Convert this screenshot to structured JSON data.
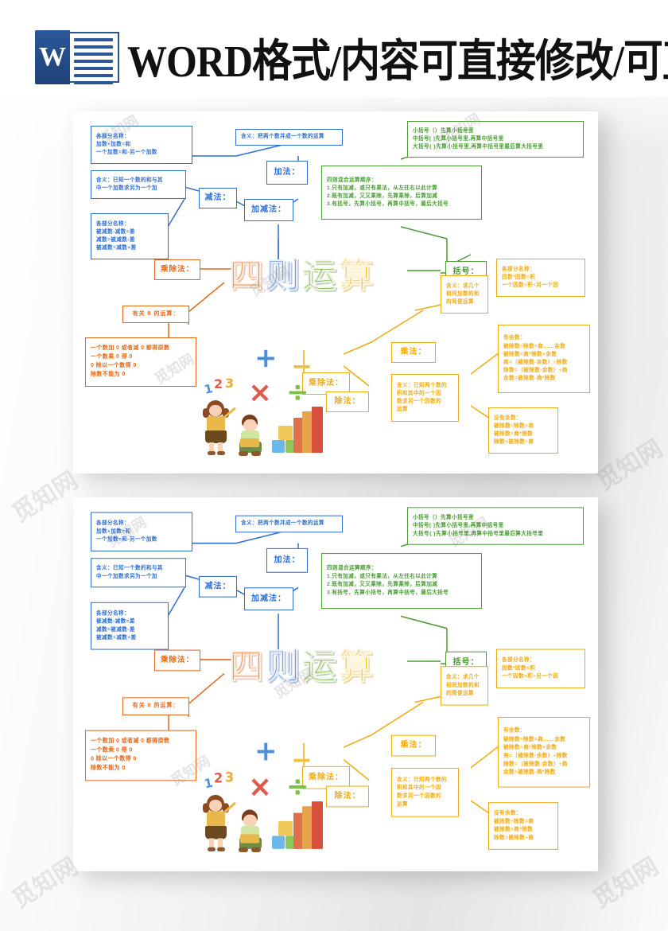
{
  "header": {
    "logo_letter": "W",
    "title": "WORD格式/内容可直接修改/可直接打印"
  },
  "watermark": {
    "text": "觅知网"
  },
  "mindmap": {
    "center_title": [
      "四",
      "则",
      "运",
      "算"
    ],
    "center_colors": [
      "#ef8033",
      "#4a86d8",
      "#7cb342",
      "#f5bc16"
    ],
    "illustration": {
      "numbers": [
        "1",
        "2",
        "3"
      ],
      "symbols": [
        "+",
        "−",
        "×",
        "÷"
      ],
      "alt": "两个小朋友与加减乘除符号、积木插画"
    },
    "nodes": {
      "add_parts": {
        "lines": [
          "各部分名称：",
          "加数+加数=和",
          "一个加数=和-另一个加数"
        ],
        "color": "#2f6fd0"
      },
      "add_meaning": {
        "lines": [
          "含义：把两个数并成一个数的运算"
        ],
        "color": "#2f6fd0"
      },
      "add_label": {
        "lines": [
          "加法："
        ],
        "color": "#2f6fd0"
      },
      "sub_meaning": {
        "lines": [
          "含义：已知一个数的和与其",
          "中一个加数求另为一个加"
        ],
        "color": "#2f6fd0"
      },
      "sub_label": {
        "lines": [
          "减法："
        ],
        "color": "#2f6fd0"
      },
      "sub_parts": {
        "lines": [
          "各部分名称：",
          "被减数-减数=差",
          "减数=被减数-差",
          "被减数=减数+差"
        ],
        "color": "#2f6fd0"
      },
      "addsub_label": {
        "lines": [
          "加减法："
        ],
        "color": "#2f6fd0"
      },
      "bracket_rules": {
        "lines": [
          "小括号（）先算小括号里",
          "中括号[ ]先算小括号里,再算中括号里",
          "大括号{ }先算小括号里,再算中括号里最后算大括号里"
        ],
        "color": "#4a9b34"
      },
      "order_rules": {
        "lines": [
          "四则混合运算顺序：",
          "1.只有加减，或只有乘法，从左往右以此计算",
          "2.既有加减，又又乘除，先算乘除，后算加减",
          "3.有括号，先算小括号，再算中括号，最后大括号"
        ],
        "color": "#4a9b34"
      },
      "bracket_label": {
        "lines": [
          "括号："
        ],
        "color": "#4a9b34"
      },
      "muldiv_label_left": {
        "lines": [
          "乘除法："
        ],
        "color": "#e2681b"
      },
      "zero_label": {
        "lines": [
          "有关 0 的运算："
        ],
        "color": "#e2681b"
      },
      "zero_rules": {
        "lines": [
          "一个数加 0 或者减 0 都得原数",
          "一个数乘 0 得 0",
          "0 除以一个数得 0",
          "除数不能为 0"
        ],
        "color": "#e2681b"
      },
      "muldiv_label": {
        "lines": [
          "乘除法："
        ],
        "color": "#f0ab12"
      },
      "mul_label": {
        "lines": [
          "乘法："
        ],
        "color": "#f0ab12"
      },
      "div_label": {
        "lines": [
          "除法："
        ],
        "color": "#f0ab12"
      },
      "mul_meaning": {
        "lines": [
          "含义：求几个",
          "相同加数的和",
          "的简便运算"
        ],
        "color": "#f0ab12"
      },
      "mul_parts": {
        "lines": [
          "各部分名称：",
          "因数*因数=积",
          "一个因数=积÷另一个因"
        ],
        "color": "#f0ab12"
      },
      "div_meaning": {
        "lines": [
          "含义：已知两个数的",
          "积和其中的一个因",
          "数求另一个因数的",
          "运算"
        ],
        "color": "#f0ab12"
      },
      "div_remainder": {
        "lines": [
          "有余数：",
          "被除数÷除数=商……余数",
          "被除数=商*除数+余数",
          "商=（被除数-余数）÷除数",
          "除数=（被除数-余数）÷商",
          "余数=被除数-商*除数"
        ],
        "color": "#f0ab12"
      },
      "div_noremainder": {
        "lines": [
          "没有余数：",
          "被除数÷除数=商",
          "被除数=商*除数",
          "除数=被除数÷商"
        ],
        "color": "#f0ab12"
      }
    }
  }
}
